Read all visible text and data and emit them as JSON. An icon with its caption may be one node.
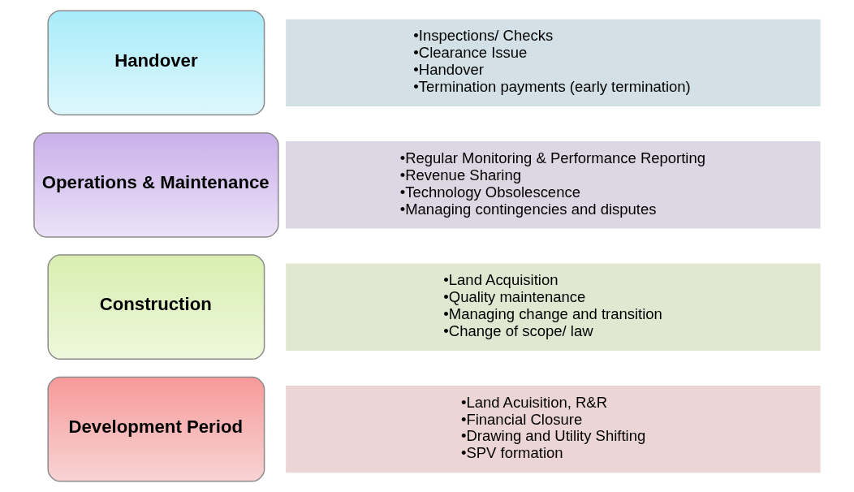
{
  "diagram": {
    "nodes": [
      {
        "text": [
          "Development Period"
        ]
      },
      {
        "text": [
          "•Land Acuisition, R&R",
          "•Financial Closure",
          "•Drawing and Utility Shifting",
          "•SPV formation"
        ]
      },
      {
        "text": [
          "Construction"
        ]
      },
      {
        "text": [
          "•Land Acquisition",
          "•Quality maintenance",
          "•Managing change and transition",
          "•Change of scope/ law"
        ]
      },
      {
        "text": [
          "Operations & Maintenance"
        ]
      },
      {
        "text": [
          "•Regular Monitoring & Performance Reporting",
          "•Revenue Sharing",
          "•Technology Obsolescence",
          "•Managing contingencies and disputes"
        ]
      },
      {
        "text": [
          "Handover"
        ]
      },
      {
        "text": [
          "•Inspections/ Checks",
          "•Clearance Issue",
          "•Handover",
          "•Termination payments (early termination)"
        ]
      }
    ],
    "edges": []
  }
}
